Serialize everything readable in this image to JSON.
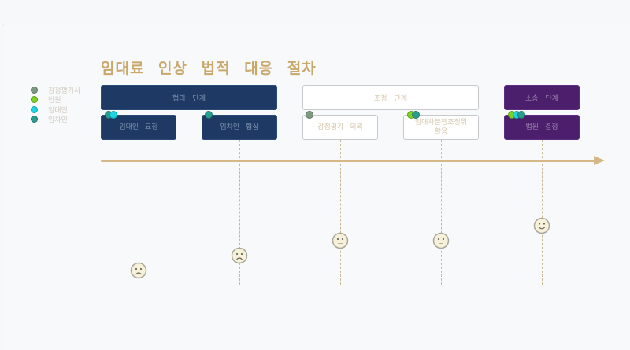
{
  "title": "임대료   인상   법적   대응   절차",
  "legend": [
    {
      "label": "감정평가사",
      "color": "#7f9a82"
    },
    {
      "label": "법원",
      "color": "#7ed321"
    },
    {
      "label": "임대인",
      "color": "#1ed4e0"
    },
    {
      "label": "임차인",
      "color": "#2a9d8f"
    }
  ],
  "stages": [
    {
      "label": "협의  단계",
      "style": "navy"
    },
    {
      "label": "조정  단계",
      "style": "outline"
    },
    {
      "label": "소송  단계",
      "style": "purple"
    }
  ],
  "steps": [
    {
      "label": "임대인  요청",
      "stage": "협의 단계",
      "actors": [
        "임차인",
        "임대인"
      ],
      "sentiment": "sad"
    },
    {
      "label": "임차인  협상",
      "stage": "협의 단계",
      "actors": [
        "임차인"
      ],
      "sentiment": "sad"
    },
    {
      "label": "감정평가  의뢰",
      "stage": "조정 단계",
      "actors": [
        "감정평가사"
      ],
      "sentiment": "neutral"
    },
    {
      "label": "임대차분쟁조정위 활용",
      "stage": "조정 단계",
      "actors": [
        "법원",
        "임차인"
      ],
      "sentiment": "neutral"
    },
    {
      "label": "법원  결정",
      "stage": "소송 단계",
      "actors": [
        "법원",
        "임대인",
        "임차인"
      ],
      "sentiment": "happy"
    }
  ],
  "colors": {
    "title": "#c9a86c",
    "axis": "#d4b986",
    "navy": "#1e3a64",
    "purple": "#4b1f6b",
    "face_fill": "#f7f1d9",
    "face_stroke": "#a9a69c"
  }
}
